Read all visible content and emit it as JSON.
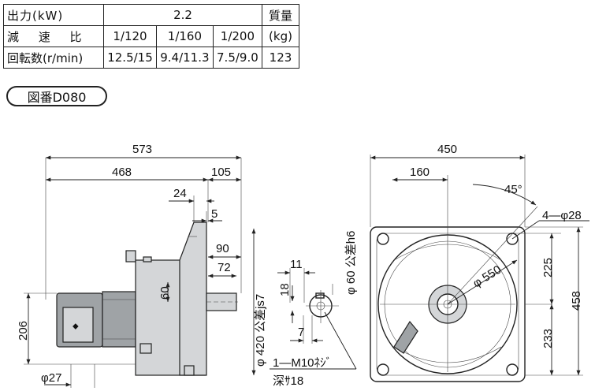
{
  "spec_table": {
    "row_output": {
      "label": "出力(kW)",
      "value": "2.2",
      "mass_header": "質量"
    },
    "row_ratio": {
      "label": "減 速 比",
      "values": [
        "1/120",
        "1/160",
        "1/200"
      ],
      "mass_unit": "(kg)"
    },
    "row_speed": {
      "label": "回転数(r/min)",
      "values": [
        "12.5/15",
        "9.4/11.3",
        "7.5/9.0"
      ],
      "mass": "123"
    }
  },
  "drawing_number": "図番D080",
  "side_view": {
    "dims": {
      "overall_length": "573",
      "motor_length": "468",
      "flange_length": "105",
      "d24": "24",
      "d5": "5",
      "d90": "90",
      "d72": "72",
      "shaft_height": "60",
      "d206": "206",
      "phi27": "φ27",
      "flange_dia": "φ 420 公差js7"
    }
  },
  "shaft_detail": {
    "d11": "11",
    "d18": "18",
    "d7": "7",
    "shaft_dia": "φ 60 公差h6",
    "tap_line1": "1—M10ﾈｼﾞ",
    "tap_line2": "深ｻ18"
  },
  "front_view": {
    "dims": {
      "width": "450",
      "d160": "160",
      "angle": "45°",
      "holes": "4—φ28",
      "pcd": "φ 550",
      "d225": "225",
      "d233": "233",
      "height": "458"
    }
  }
}
